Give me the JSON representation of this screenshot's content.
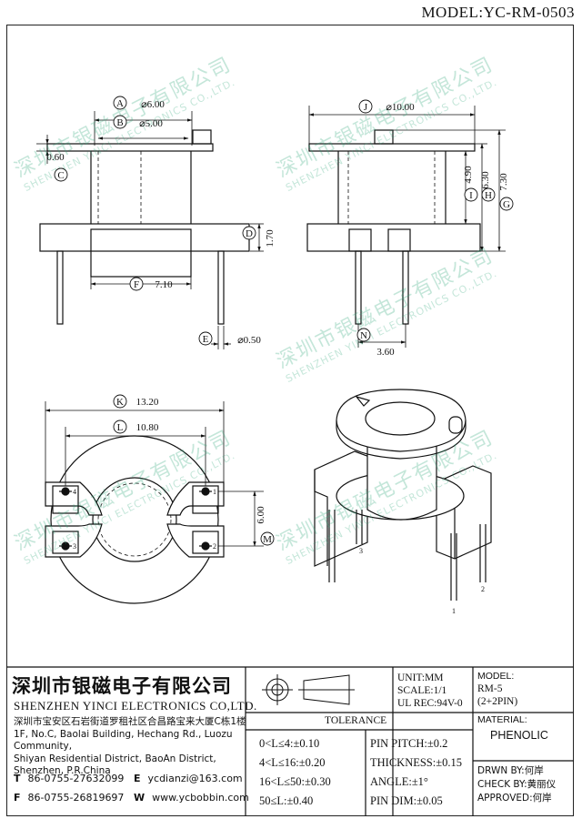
{
  "model": "MODEL:YC-RM-0503",
  "dims": {
    "A": "A",
    "A_val": "⌀6.00",
    "B": "B",
    "B_val": "⌀5.00",
    "C": "C",
    "C_val": "0.60",
    "D": "D",
    "D_val": "1.70",
    "E": "E",
    "E_val": "⌀0.50",
    "F": "F",
    "F_val": "7.10",
    "J": "J",
    "J_val": "⌀10.00",
    "I": "I",
    "I_val": "4.90",
    "H": "H",
    "H_val": "6.30",
    "G": "G",
    "G_val": "7.30",
    "N": "N",
    "N_val": "3.60",
    "K": "K",
    "K_val": "13.20",
    "L": "L",
    "L_val": "10.80",
    "M": "M",
    "M_val": "6.00"
  },
  "pins": {
    "p1": "1",
    "p2": "2",
    "p3": "3",
    "p4": "4"
  },
  "watermark": {
    "cn": "深圳市银磁电子有限公司",
    "en": "SHENZHEN YINCI ELECTRONICS CO.,LTD."
  },
  "title_block": {
    "company_cn": "深圳市银磁电子有限公司",
    "company_en": "SHENZHEN YINCI ELECTRONICS CO,LTD.",
    "address_cn": "深圳市宝安区石岩街道罗租社区合昌路宝来大厦C栋1楼",
    "address_en_1": "1F, No.C, Baolai Building, Hechang Rd., Luozu Community,",
    "address_en_2": "Shiyan Residential District, BaoAn District,",
    "address_en_3": "Shenzhen, P.R.China",
    "tel_label": "T",
    "tel": "86-0755-27632099",
    "fax_label": "F",
    "fax": "86-0755-26819697",
    "email_label": "E",
    "email": "ycdianzi@163.com",
    "web_label": "W",
    "web": "www.ycbobbin.com",
    "unit": "UNIT:MM",
    "scale": "SCALE:1/1",
    "ul": "UL REC:94V-0",
    "model_label": "MODEL:",
    "model_name": "RM-5",
    "model_pins": "(2+2PIN)",
    "material_label": "MATERIAL:",
    "material": "PHENOLIC",
    "tolerance_title": "TOLERANCE",
    "tol_1": "0<L≤4:±0.10",
    "tol_2": "4<L≤16:±0.20",
    "tol_3": "16<L≤50:±0.30",
    "tol_4": "50≤L:±0.40",
    "pitch": "PIN PITCH:±0.2",
    "thick": "THICKNESS:±0.15",
    "angle": "ANGLE:±1°",
    "pindim": "PIN DIM:±0.05",
    "drawn": "DRWN BY:何岸",
    "check": "CHECK BY:黄丽仪",
    "approved": "APPROVED:何岸"
  }
}
